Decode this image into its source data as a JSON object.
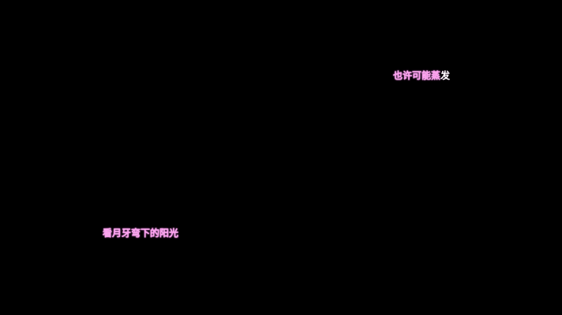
{
  "lyrics": {
    "upper": {
      "sung": "也许可能蒸",
      "unsung": "发"
    },
    "lower": {
      "sung": "看月牙弯下的阳光",
      "unsung": ""
    }
  },
  "colors": {
    "background": "#000000",
    "sung_text": "#ff9df0",
    "unsung_text": "#ffffff"
  }
}
